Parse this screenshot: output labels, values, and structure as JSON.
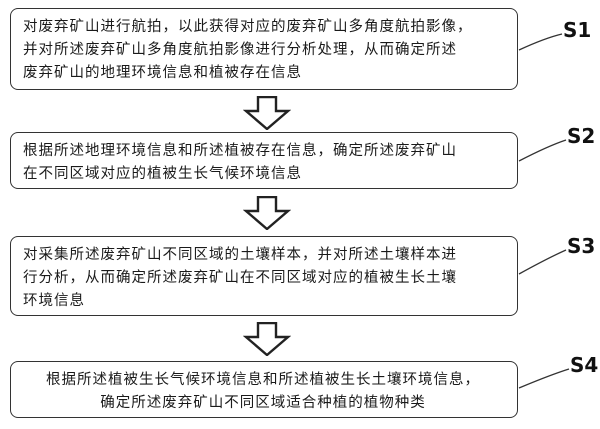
{
  "steps": [
    {
      "id": "S1",
      "lines": [
        "对废弃矿山进行航拍，以此获得对应的废弃矿山多角度航拍影像，",
        "并对所述废弃矿山多角度航拍影像进行分析处理，从而确定所述",
        "废弃矿山的地理环境信息和植被存在信息"
      ]
    },
    {
      "id": "S2",
      "lines": [
        "根据所述地理环境信息和所述植被存在信息，确定所述废弃矿山",
        "在不同区域对应的植被生长气候环境信息"
      ]
    },
    {
      "id": "S3",
      "lines": [
        "对采集所述废弃矿山不同区域的土壤样本，并对所述土壤样本进",
        "行分析，从而确定所述废弃矿山在不同区域对应的植被生长土壤",
        "环境信息"
      ]
    },
    {
      "id": "S4",
      "lines": [
        "根据所述植被生长气候环境信息和所述植被生长土壤环境信息，",
        "确定所述废弃矿山不同区域适合种植的植物种类"
      ]
    }
  ]
}
